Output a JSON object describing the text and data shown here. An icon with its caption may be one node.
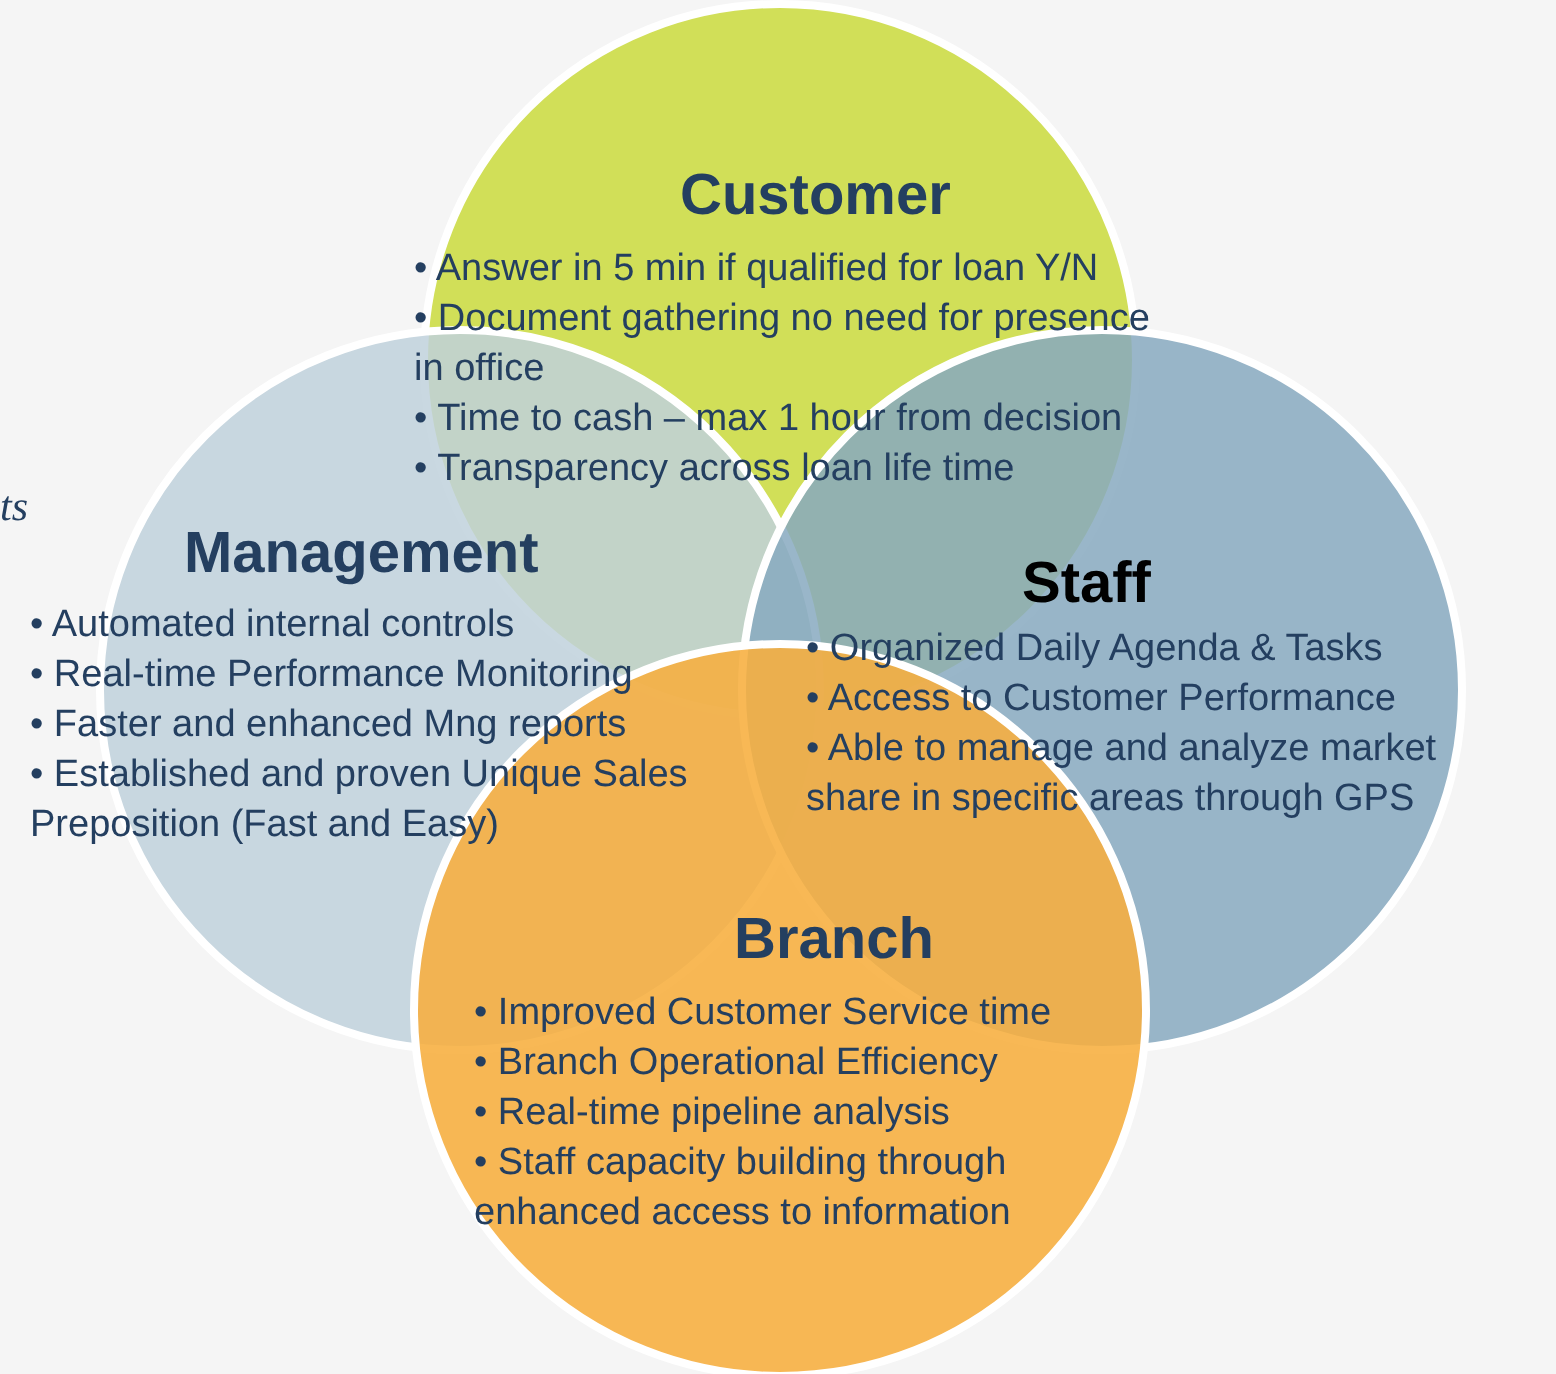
{
  "diagram": {
    "nodes": [
      {
        "text": [
          "Customer",
          "• Answer in 5 min if qualified for loan Y/N",
          "• Document gathering no need for presence in office",
          "• Time to cash – max 1 hour from decision",
          "• Transparency across loan life time"
        ]
      },
      {
        "text": [
          "Management",
          "• Automated internal controls",
          "• Real-time Performance Monitoring",
          "• Faster and enhanced Mng reports",
          "• Established and proven Unique Sales Preposition (Fast and Easy)"
        ]
      },
      {
        "text": [
          "Staff",
          "• Organized Daily Agenda & Tasks",
          "• Access to Customer Performance",
          "• Able to manage and analyze market share in specific areas through GPS"
        ]
      },
      {
        "text": [
          "Branch",
          "• Improved Customer Service time",
          "• Branch Operational Efficiency",
          "• Real-time pipeline analysis",
          "• Staff capacity building through enhanced access to information"
        ]
      }
    ],
    "labels": [
      "ts"
    ]
  }
}
